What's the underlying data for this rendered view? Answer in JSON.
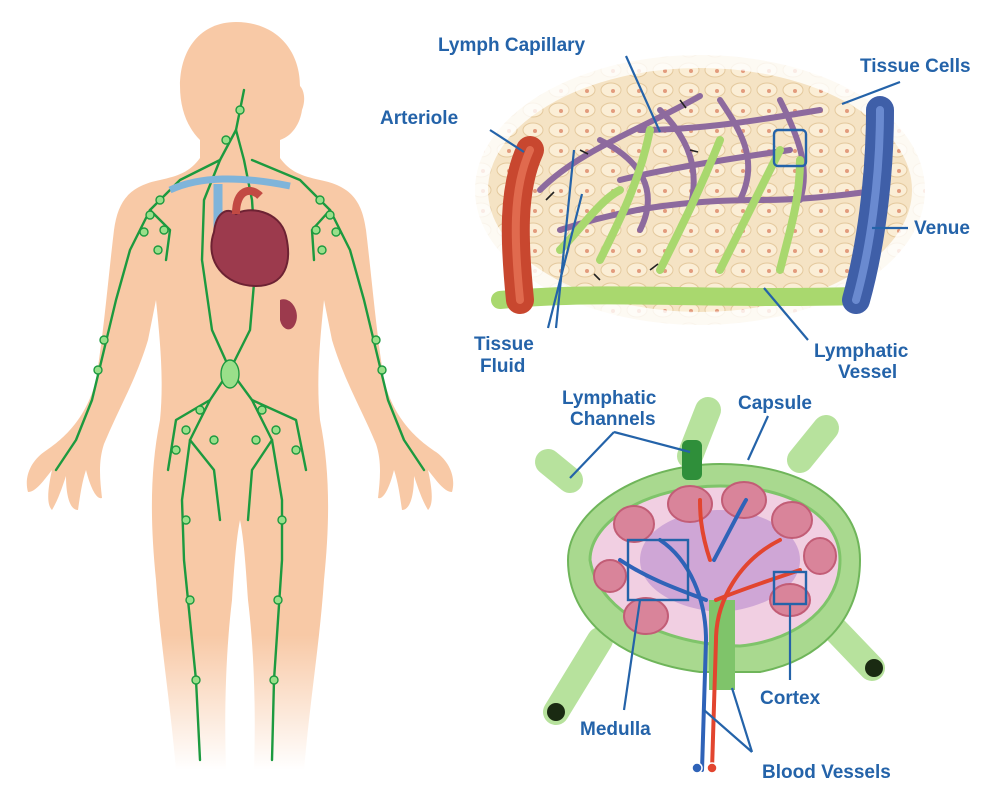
{
  "labels": {
    "lymph_capillary": "Lymph Capillary",
    "tissue_cells": "Tissue Cells",
    "arteriole": "Arteriole",
    "venue": "Venue",
    "tissue_fluid_line1": "Tissue",
    "tissue_fluid_line2": "Fluid",
    "lymphatic_vessel_line1": "Lymphatic",
    "lymphatic_vessel_line2": "Vessel",
    "lymphatic_channels_line1": "Lymphatic",
    "lymphatic_channels_line2": "Channels",
    "capsule": "Capsule",
    "cortex": "Cortex",
    "medulla": "Medulla",
    "blood_vessels": "Blood Vessels"
  },
  "colors": {
    "label": "#2463a9",
    "skin": "#f8c9a6",
    "lymph_vessel": "#1c9a3f",
    "lymph_node": "#9adf8a",
    "arteriole": "#c8472f",
    "venule": "#3f5fa8",
    "capillary_net": "#8d6a9e",
    "tissue_bg": "#f6e4c6",
    "node_capsule": "#a9d98f",
    "follicle": "#d9849a",
    "medulla": "#cfa6d6",
    "artery": "#e2452f",
    "vein": "#2f63b8"
  }
}
